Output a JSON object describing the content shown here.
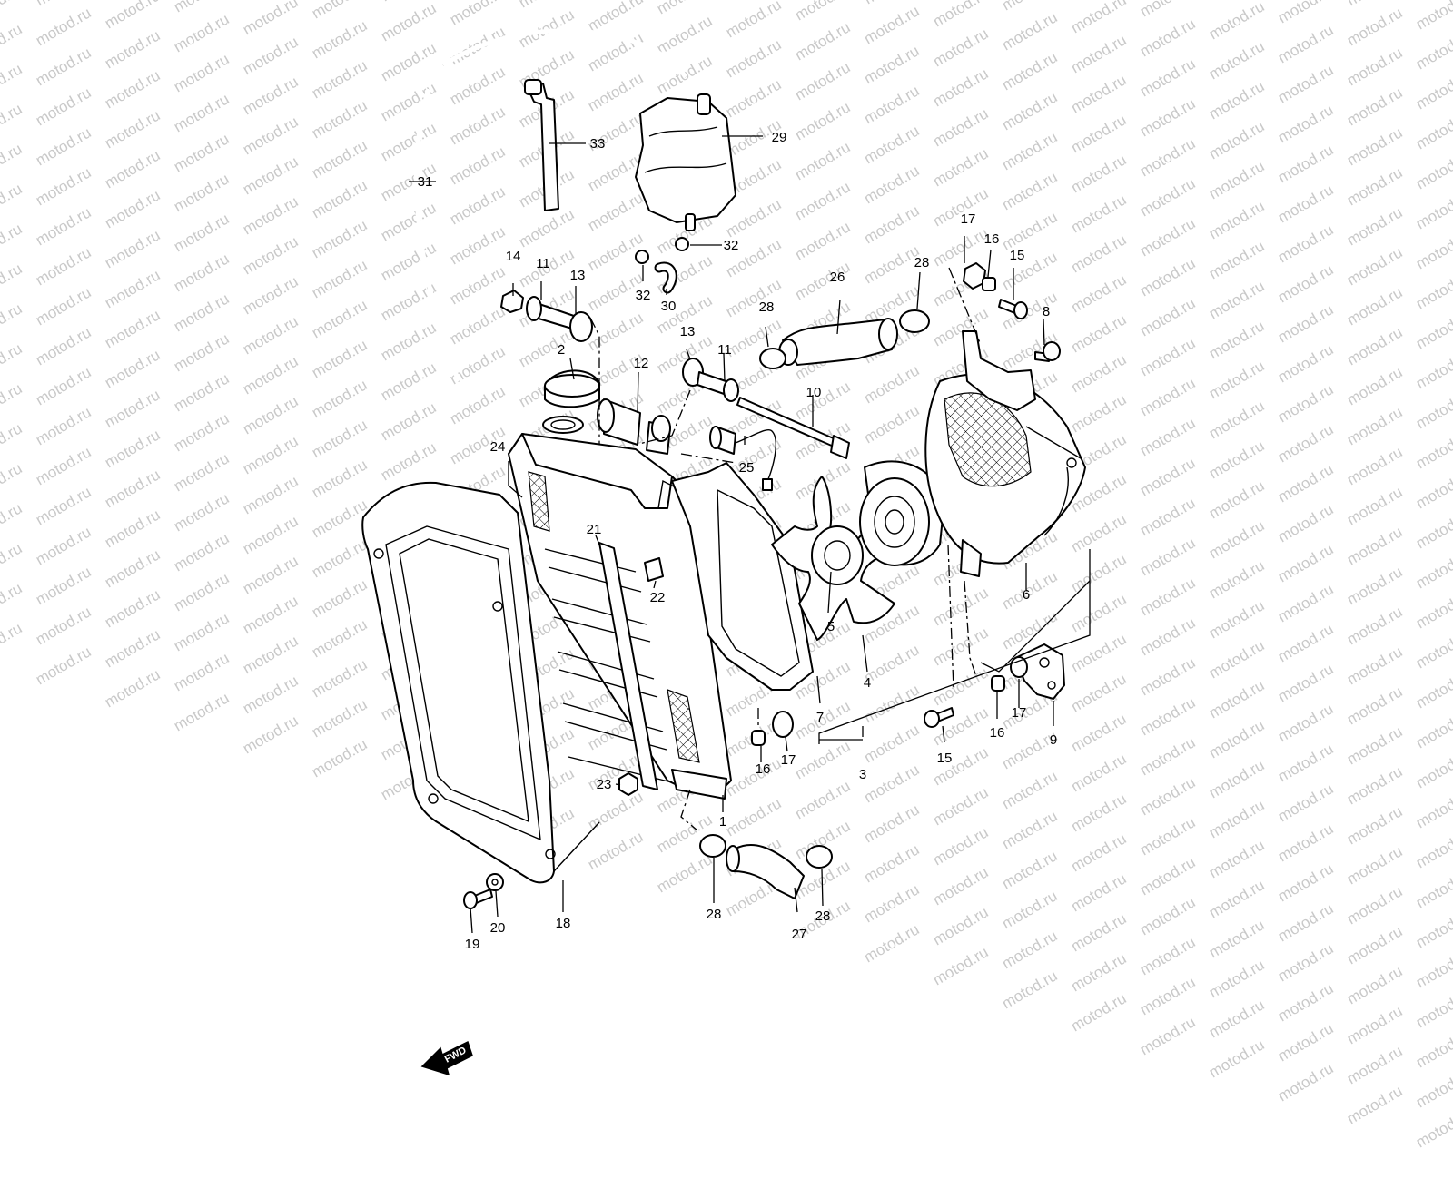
{
  "watermark": "motod.ru",
  "fwd_label": "FWD",
  "callouts": [
    "1",
    "2",
    "3",
    "4",
    "5",
    "6",
    "7",
    "8",
    "9",
    "10",
    "11",
    "12",
    "13",
    "14",
    "15",
    "16",
    "17",
    "18",
    "19",
    "20",
    "21",
    "22",
    "23",
    "24",
    "25",
    "26",
    "27",
    "28",
    "29",
    "30",
    "31",
    "32",
    "33"
  ],
  "colors": {
    "line": "#000000",
    "background": "#ffffff",
    "watermark": "#c9c9c9"
  }
}
